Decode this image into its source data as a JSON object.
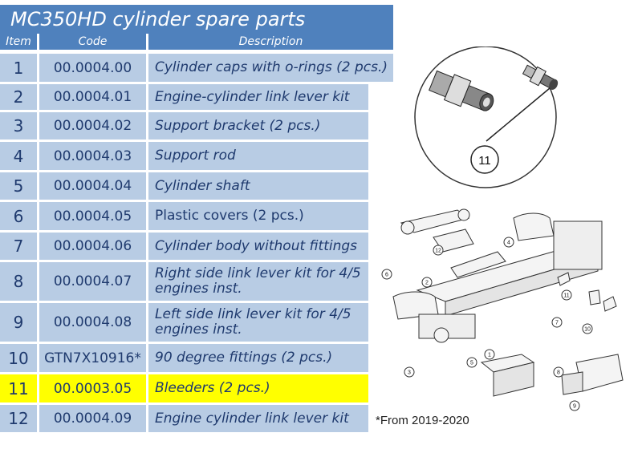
{
  "title": "MC350HD cylinder spare parts",
  "headers": {
    "item": "Item",
    "code": "Code",
    "description": "Description"
  },
  "rows": [
    {
      "item": "1",
      "code": "00.0004.00",
      "description": "Cylinder caps with o-rings (2 pcs.)"
    },
    {
      "item": "2",
      "code": "00.0004.01",
      "description": "Engine-cylinder link lever kit"
    },
    {
      "item": "3",
      "code": "00.0004.02",
      "description": "Support bracket (2 pcs.)"
    },
    {
      "item": "4",
      "code": "00.0004.03",
      "description": "Support rod"
    },
    {
      "item": "5",
      "code": "00.0004.04",
      "description": "Cylinder shaft"
    },
    {
      "item": "6",
      "code": "00.0004.05",
      "description": "Plastic covers (2 pcs.)"
    },
    {
      "item": "7",
      "code": "00.0004.06",
      "description": "Cylinder body without fittings"
    },
    {
      "item": "8",
      "code": "00.0004.07",
      "description": "Right side link lever kit for 4/5 engines inst."
    },
    {
      "item": "9",
      "code": "00.0004.08",
      "description": "Left side link lever kit for 4/5 engines inst."
    },
    {
      "item": "10",
      "code": "GTN7X10916*",
      "description": "90 degree fittings (2 pcs.)"
    },
    {
      "item": "11",
      "code": "00.0003.05",
      "description": "Bleeders (2 pcs.)",
      "highlighted": true
    },
    {
      "item": "12",
      "code": "00.0004.09",
      "description": "Engine cylinder link lever kit"
    }
  ],
  "footnote": "*From 2019-2020",
  "detail_callout": "11",
  "diagram_callouts": [
    "1",
    "2",
    "3",
    "4",
    "5",
    "6",
    "7",
    "8",
    "9",
    "10",
    "11",
    "12"
  ],
  "colors": {
    "header_blue": "#4f81bd",
    "cell_blue": "#b8cce4",
    "highlight": "#ffff00",
    "text_navy": "#1f3a6e"
  }
}
